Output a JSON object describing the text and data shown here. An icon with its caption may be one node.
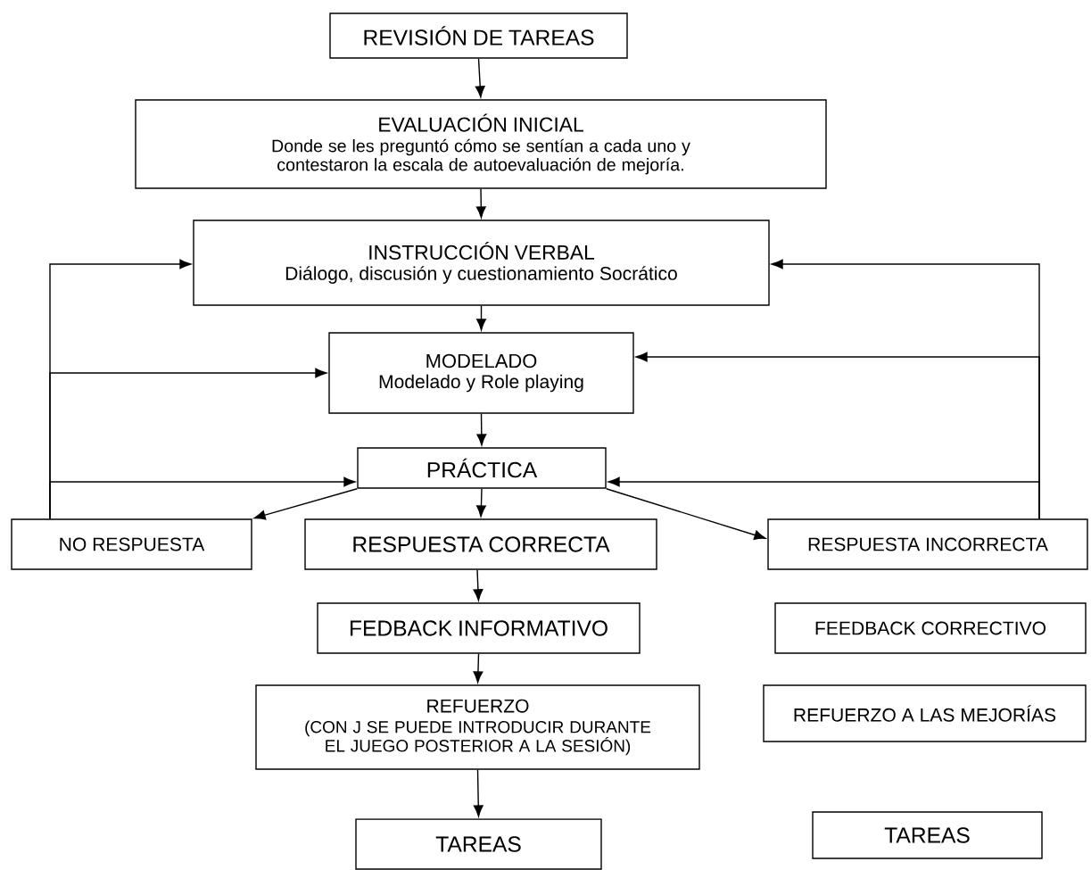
{
  "diagram": {
    "nodes": [
      {
        "text": [
          "REVISIÓN DE TAREAS"
        ]
      },
      {
        "text": [
          "EVALUACIÓN INICIAL",
          "Donde se les preguntó cómo se sentían a cada uno y contestaron la escala de autoevaluación de mejoría."
        ]
      },
      {
        "text": [
          "INSTRUCCIÓN VERBAL",
          "Diálogo, discusión y cuestionamiento Socrático"
        ]
      },
      {
        "text": [
          "MODELADO",
          "Modelado y Role playing"
        ]
      },
      {
        "text": [
          "PRÁCTICA"
        ]
      },
      {
        "text": [
          "NO RESPUESTA"
        ]
      },
      {
        "text": [
          "RESPUESTA CORRECTA"
        ]
      },
      {
        "text": [
          "RESPUESTA INCORRECTA"
        ]
      },
      {
        "text": [
          "FEDBACK INFORMATIVO"
        ]
      },
      {
        "text": [
          "FEEDBACK CORRECTIVO"
        ]
      },
      {
        "text": [
          "REFUERZO",
          "(CON J SE PUEDE INTRODUCIR DURANTE EL JUEGO POSTERIOR A LA SESIÓN)"
        ]
      },
      {
        "text": [
          "REFUERZO A LAS MEJORÍAS"
        ]
      },
      {
        "text": [
          "TAREAS"
        ]
      },
      {
        "text": [
          "TAREAS"
        ]
      }
    ],
    "edges": [
      {
        "from": 0,
        "to": 1,
        "arrow": "to"
      },
      {
        "from": 1,
        "to": 2,
        "arrow": "to"
      },
      {
        "from": 2,
        "to": 3,
        "arrow": "to"
      },
      {
        "from": 3,
        "to": 4,
        "arrow": "to"
      },
      {
        "from": 4,
        "to": 5,
        "arrow": "to"
      },
      {
        "from": 4,
        "to": 6,
        "arrow": "to"
      },
      {
        "from": 4,
        "to": 7,
        "arrow": "to"
      },
      {
        "from": 6,
        "to": 8,
        "arrow": "to"
      },
      {
        "from": 8,
        "to": 10,
        "arrow": "to"
      },
      {
        "from": 10,
        "to": 12,
        "arrow": "to"
      },
      {
        "from": 5,
        "to": 2,
        "arrow": "to"
      },
      {
        "from": 5,
        "to": 3,
        "arrow": "to"
      },
      {
        "from": 5,
        "to": 4,
        "arrow": "to"
      },
      {
        "from": 7,
        "to": 2,
        "arrow": "to"
      },
      {
        "from": 7,
        "to": 3,
        "arrow": "to"
      },
      {
        "from": 7,
        "to": 4,
        "arrow": "to"
      }
    ]
  }
}
